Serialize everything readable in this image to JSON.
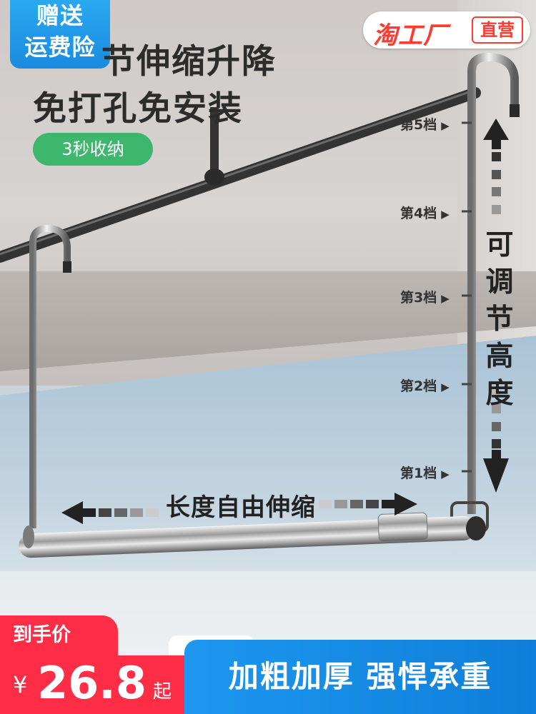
{
  "badge": {
    "line1": "赠送",
    "line2": "运费险"
  },
  "shop": {
    "logo": "淘工厂",
    "tag": "直营"
  },
  "headline": {
    "line1": "节伸缩升降",
    "line2": "免打孔免安装"
  },
  "pill": "3秒收纳",
  "gears": [
    "第5档",
    "第4档",
    "第3档",
    "第2档",
    "第1档"
  ],
  "height_label": [
    "可",
    "调",
    "节",
    "高",
    "度"
  ],
  "length_label": "长度自由伸缩",
  "price": {
    "tab": "到手价",
    "currency": "¥",
    "amount": "26.8",
    "suffix": "起"
  },
  "promo": "加粗加厚 强悍承重",
  "colors": {
    "blue": "#1b8be0",
    "green": "#3fb66d",
    "red": "#ff2d45"
  }
}
